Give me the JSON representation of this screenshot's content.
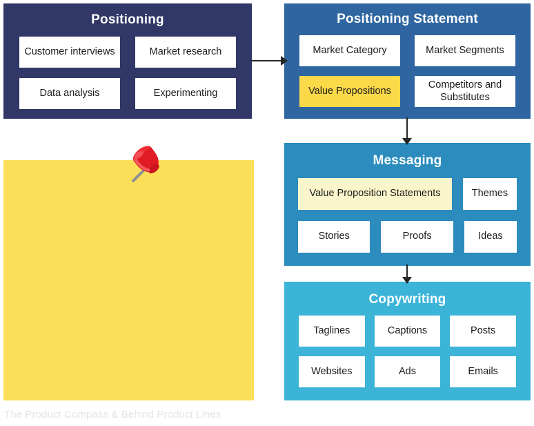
{
  "diagram": {
    "title_flow": "Positioning to Copywriting flow",
    "colors": {
      "positioning": "#313766",
      "positioning_statement": "#2f66a1",
      "messaging": "#2c8cbe",
      "copywriting": "#3cb4d8",
      "highlight_strong": "#fcd949",
      "highlight_soft": "#fbf5cb",
      "sticky_note": "#fcdf58",
      "pushpin": "#e8202a",
      "arrow": "#262626",
      "footer_text": "#e4e4ea"
    },
    "stages": [
      {
        "key": "positioning",
        "title": "Positioning",
        "rows": [
          [
            "Customer interviews",
            "Market research"
          ],
          [
            "Data analysis",
            "Experimenting"
          ]
        ]
      },
      {
        "key": "positioning_statement",
        "title": "Positioning Statement",
        "rows": [
          [
            "Market Category",
            "Market Segments"
          ],
          [
            "Value Propositions",
            "Competitors and Substitutes"
          ]
        ],
        "highlighted": [
          "Value Propositions"
        ]
      },
      {
        "key": "messaging",
        "title": "Messaging",
        "rows": [
          [
            "Value Proposition Statements",
            "Themes"
          ],
          [
            "Stories",
            "Proofs",
            "Ideas"
          ]
        ],
        "highlighted": [
          "Value Proposition Statements"
        ]
      },
      {
        "key": "copywriting",
        "title": "Copywriting",
        "rows": [
          [
            "Taglines",
            "Captions",
            "Posts"
          ],
          [
            "Websites",
            "Ads",
            "Emails"
          ]
        ]
      }
    ],
    "arrows": [
      {
        "name": "positioning-to-statement",
        "direction": "right"
      },
      {
        "name": "statement-to-messaging",
        "direction": "down"
      },
      {
        "name": "messaging-to-copywriting",
        "direction": "down"
      }
    ],
    "sticky_note": {
      "label": "sticky-note",
      "text": ""
    },
    "pushpin": {
      "label": "pushpin"
    },
    "footer": {
      "credit": "The Product Compass & Behind Product Lines"
    }
  }
}
